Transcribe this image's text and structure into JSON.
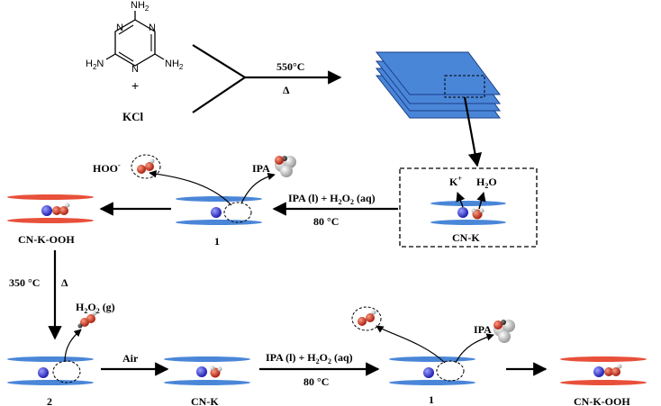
{
  "reactants": {
    "nh2": "NH",
    "plus": "+",
    "kcl": "KCl"
  },
  "step1": {
    "temp": "550°C",
    "delta": "Δ"
  },
  "cnk_box": {
    "kplus": "K",
    "plus_sup": "+",
    "water": "H",
    "water_sub": "2",
    "water_o": "O",
    "label": "CN-K"
  },
  "middle": {
    "hoo": "HOO",
    "hoo_sup": "-",
    "ipa": "IPA",
    "reagent_a": "IPA (l) + H",
    "reagent_sub": "2",
    "reagent_b": "O",
    "reagent_c": " (aq)",
    "temp": "80 °C",
    "intermediate": "1",
    "product": "CN-K-OOH"
  },
  "anneal": {
    "temp": "350 °C",
    "delta": "Δ"
  },
  "bottom": {
    "h2o2_a": "H",
    "h2o2_sub": "2",
    "h2o2_b": "O",
    "h2o2_c": " (g)",
    "intermediate2": "2",
    "air": "Air",
    "cnk": "CN-K",
    "reagent_a": "IPA (l) + H",
    "reagent_sub": "2",
    "reagent_b": "O",
    "reagent_c": " (aq)",
    "temp": "80 °C",
    "intermediate": "1",
    "ipa": "IPA",
    "product": "CN-K-OOH"
  },
  "colors": {
    "sheet_blue": "#4A86D8",
    "sheet_red": "#E8503A",
    "ball_blue": "#3A3AD8",
    "ball_red": "#D63A20"
  }
}
